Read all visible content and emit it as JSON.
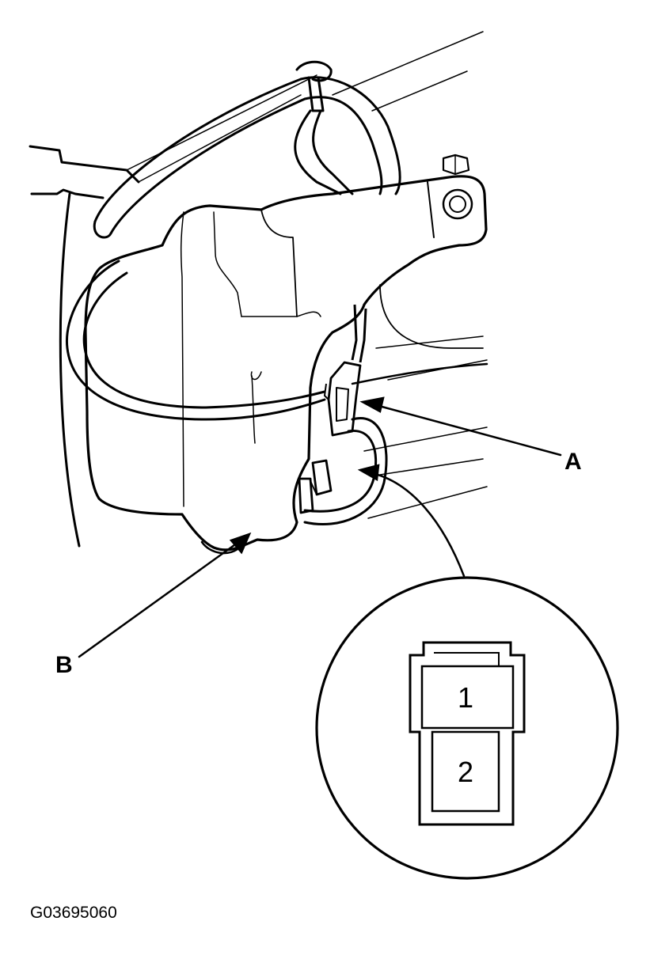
{
  "callouts": {
    "a": "A",
    "b": "B"
  },
  "connector_detail": {
    "terminal_1": "1",
    "terminal_2": "2"
  },
  "figure_code": "G03695060",
  "colors": {
    "ink": "#000000",
    "paper": "#ffffff"
  }
}
